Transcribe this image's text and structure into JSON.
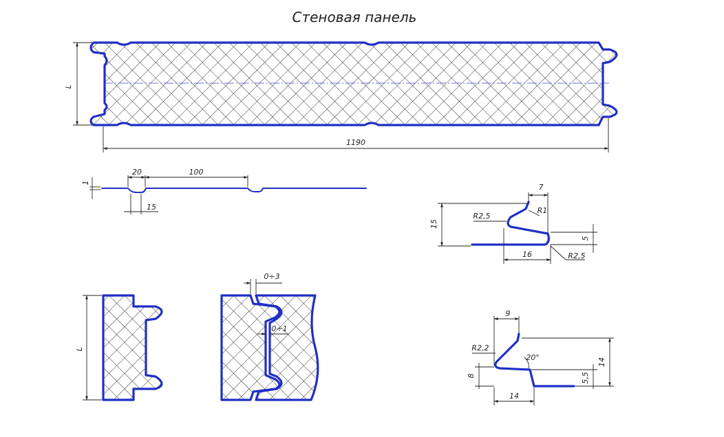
{
  "title": "Стеновая панель",
  "dims": {
    "panel_height": "L",
    "panel_width": "1190",
    "sheet_thickness": "1",
    "rib_width": "20",
    "rib_pitch": "100",
    "rib_depth": "15",
    "lock_top_width": "7",
    "lock_top_height": "15",
    "lock_top_r_outer": "R2,5",
    "lock_top_r_inner": "R1",
    "lock_top_step": "5",
    "lock_top_length": "16",
    "lock_top_r_bottom": "R2,5",
    "joint_height": "L",
    "joint_gap_top": "0÷3",
    "joint_gap_inner": "0÷1",
    "lock_bottom_width": "9",
    "lock_bottom_radius": "R2,2",
    "lock_bottom_angle": "20°",
    "lock_bottom_height": "14",
    "lock_bottom_depth": "8",
    "lock_bottom_step": "5,5",
    "lock_bottom_length": "14"
  },
  "colors": {
    "outline": "#1f2fc4",
    "hatch": "#333333",
    "dimension": "#222222"
  }
}
